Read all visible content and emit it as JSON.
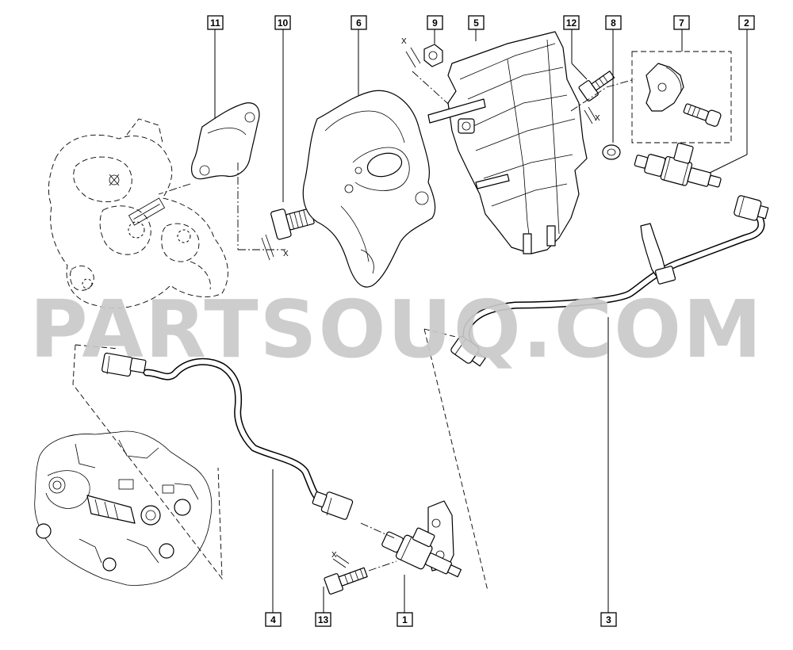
{
  "watermark": "PARTSOUQ.COM",
  "callouts": [
    {
      "label": "11"
    },
    {
      "label": "10"
    },
    {
      "label": "6"
    },
    {
      "label": "9"
    },
    {
      "label": "5"
    },
    {
      "label": "12"
    },
    {
      "label": "8"
    },
    {
      "label": "7"
    },
    {
      "label": "2"
    },
    {
      "label": "4"
    },
    {
      "label": "13"
    },
    {
      "label": "1"
    },
    {
      "label": "3"
    }
  ],
  "dimension_marks": [
    {
      "label": "X"
    },
    {
      "label": "X"
    },
    {
      "label": "X"
    },
    {
      "label": "X"
    }
  ],
  "colors": {
    "line": "#000000",
    "watermark": "#c9c9c9",
    "background": "#ffffff"
  }
}
